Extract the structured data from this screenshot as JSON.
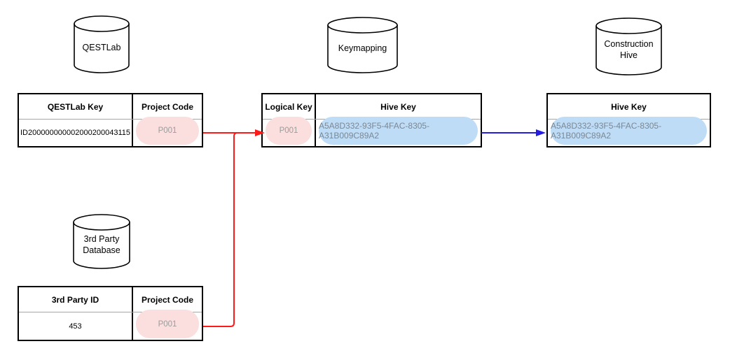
{
  "colors": {
    "arrow_red": "#FF1A1A",
    "arrow_blue": "#241CE0",
    "pill_pink": "#FBDEDE",
    "pill_pink_text": "#9C9C9C",
    "pill_blue": "#BFDCF7",
    "pill_blue_text": "#7A8894",
    "table_border": "#000000",
    "header_divider": "#A6A6A6",
    "shape_stroke": "#000000",
    "shape_fill": "#FFFFFF"
  },
  "cylinders": {
    "qestlab": {
      "lines": [
        "QESTLab"
      ]
    },
    "keymapping": {
      "lines": [
        "Keymapping"
      ]
    },
    "construction_hive": {
      "lines": [
        "Construction",
        "Hive"
      ]
    },
    "third_party": {
      "lines": [
        "3rd Party",
        "Database"
      ]
    }
  },
  "tables": {
    "qestlab": {
      "headers": [
        "QESTLab Key",
        "Project Code"
      ],
      "row": {
        "key": "ID200000000002000200043115",
        "project_code": "P001"
      }
    },
    "keymapping": {
      "headers": [
        "Logical Key",
        "Hive Key"
      ],
      "row": {
        "logical_key": "P001",
        "hive_key": "A5A8D332-93F5-4FAC-8305-A31B009C89A2"
      }
    },
    "construction_hive": {
      "headers": [
        "Hive Key"
      ],
      "row": {
        "hive_key": "A5A8D332-93F5-4FAC-8305-A31B009C89A2"
      }
    },
    "third_party": {
      "headers": [
        "3rd Party ID",
        "Project Code"
      ],
      "row": {
        "id": "453",
        "project_code": "P001"
      }
    }
  }
}
